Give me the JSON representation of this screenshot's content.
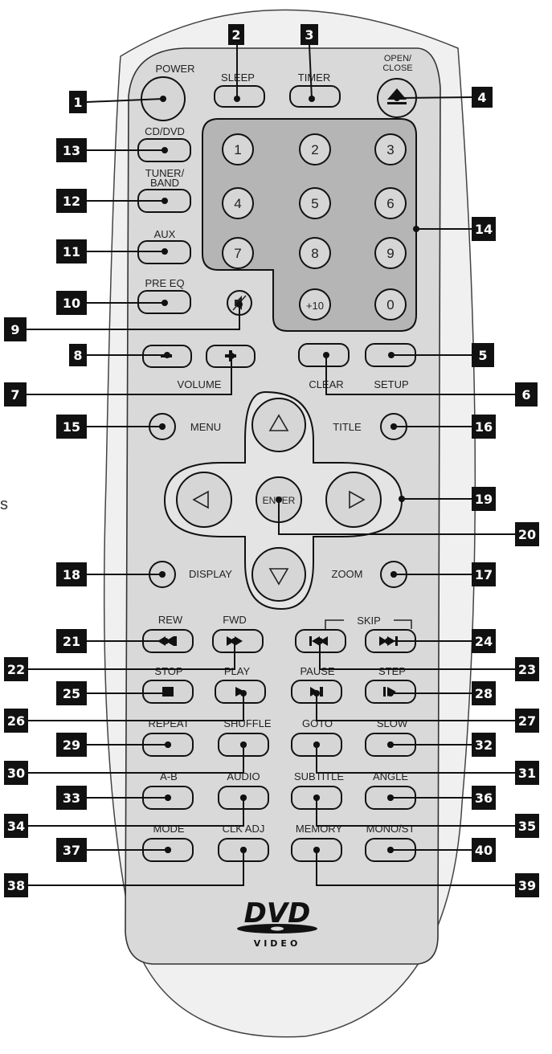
{
  "colors": {
    "outer_body": "#f0f0f0",
    "face": "#d9d9d9",
    "keypad": "#b5b5b5",
    "button": "#d6d6d6",
    "badge": "#111111",
    "ink": "#222222"
  },
  "top": {
    "power": "POWER",
    "sleep": "SLEEP",
    "timer": "TIMER",
    "open_close": "OPEN/\nCLOSE"
  },
  "left": {
    "cd_dvd": "CD/DVD",
    "tuner_band": "TUNER/\nBAND",
    "aux": "AUX",
    "pre_eq": "PRE EQ"
  },
  "keypad": [
    "1",
    "2",
    "3",
    "4",
    "5",
    "6",
    "7",
    "8",
    "9",
    "+10",
    "0"
  ],
  "labels": {
    "volume": "VOLUME",
    "clear": "CLEAR",
    "setup": "SETUP",
    "menu": "MENU",
    "title": "TITLE",
    "enter": "ENTER",
    "display": "DISPLAY",
    "zoom": "ZOOM",
    "rew": "REW",
    "fwd": "FWD",
    "skip": "SKIP",
    "stop": "STOP",
    "play": "PLAY",
    "pause": "PAUSE",
    "step": "STEP",
    "repeat": "REPEAT",
    "shuffle": "SHUFFLE",
    "goto": "GOTO",
    "slow": "SLOW",
    "a_b": "A-B",
    "audio": "AUDIO",
    "subtitle": "SUBTITLE",
    "angle": "ANGLE",
    "mode": "MODE",
    "clk_adj": "CLK ADJ",
    "memory": "MEMORY",
    "mono_st": "MONO/ST"
  },
  "logo": {
    "main": "DVD",
    "sub": "VIDEO"
  },
  "side_letter": "s",
  "callouts": [
    "1",
    "2",
    "3",
    "4",
    "5",
    "6",
    "7",
    "8",
    "9",
    "10",
    "11",
    "12",
    "13",
    "14",
    "15",
    "16",
    "17",
    "18",
    "19",
    "20",
    "21",
    "22",
    "23",
    "24",
    "25",
    "26",
    "27",
    "28",
    "29",
    "30",
    "31",
    "32",
    "33",
    "34",
    "35",
    "36",
    "37",
    "38",
    "39",
    "40"
  ]
}
